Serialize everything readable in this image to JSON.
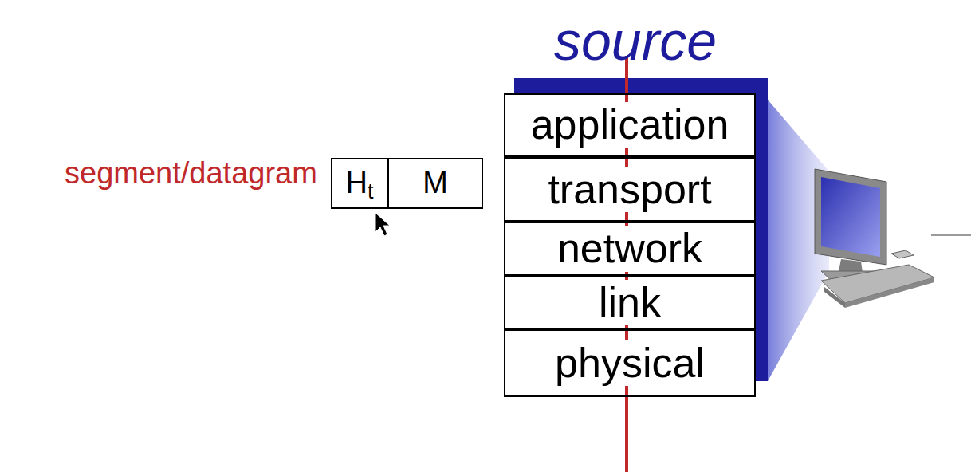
{
  "diagram": {
    "title": "source",
    "nodes": [
      {
        "text": [
          "application"
        ]
      },
      {
        "text": [
          "transport"
        ]
      },
      {
        "text": [
          "network"
        ]
      },
      {
        "text": [
          "link"
        ]
      },
      {
        "text": [
          "physical"
        ]
      },
      {
        "text": [
          "H",
          "t"
        ]
      },
      {
        "text": [
          "M"
        ]
      }
    ],
    "labels": [
      "segment/datagram"
    ]
  }
}
